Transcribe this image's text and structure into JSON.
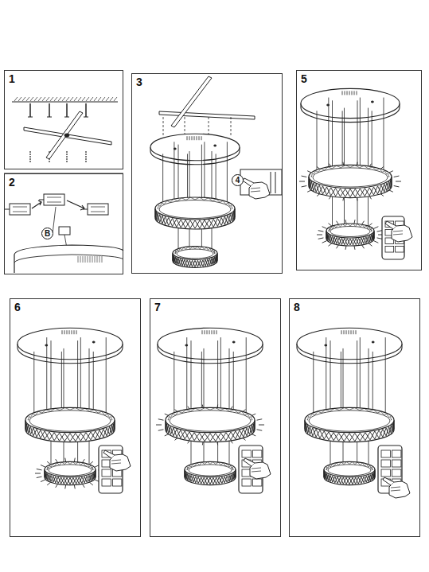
{
  "diagram": {
    "nodes": [
      {
        "text": [
          "1"
        ]
      },
      {
        "text": [
          "2"
        ]
      },
      {
        "text": [
          "3"
        ]
      },
      {
        "text": [
          "5"
        ]
      },
      {
        "text": [
          "6"
        ]
      },
      {
        "text": [
          "7"
        ]
      },
      {
        "text": [
          "8"
        ]
      }
    ],
    "labels": [
      "B",
      "4"
    ]
  }
}
